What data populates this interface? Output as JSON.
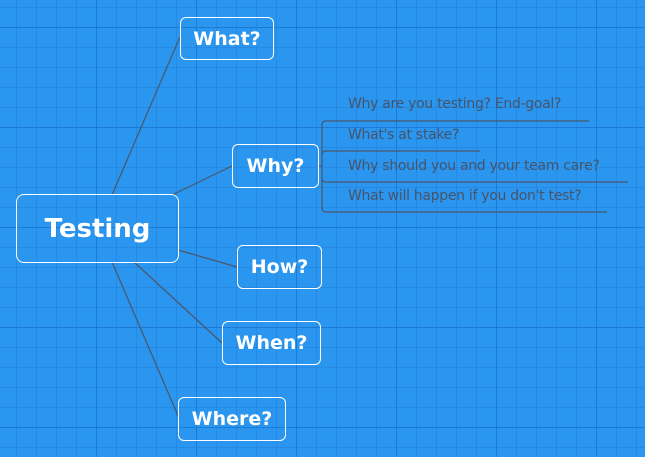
{
  "mindmap": {
    "root": {
      "label": "Testing"
    },
    "branches": [
      {
        "id": "what",
        "label": "What?"
      },
      {
        "id": "why",
        "label": "Why?",
        "children": [
          "Why are you testing? End-goal?",
          "What's at stake?",
          "Why should you and your team care?",
          "What will happen if you don't test?"
        ]
      },
      {
        "id": "how",
        "label": "How?"
      },
      {
        "id": "when",
        "label": "When?"
      },
      {
        "id": "where",
        "label": "Where?"
      }
    ]
  },
  "colors": {
    "background": "#2b96ef",
    "grid": "#1e7dd7",
    "node_border": "#ffffff",
    "node_text": "#ffffff",
    "connector": "#46546a",
    "note_text": "#46546a"
  }
}
